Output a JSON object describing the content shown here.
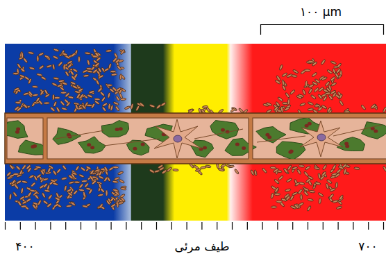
{
  "diagram": {
    "labels": [
      "۱۰۰ µm",
      "۴۰۰",
      "طیف مرئی",
      "۷۰۰"
    ]
  }
}
